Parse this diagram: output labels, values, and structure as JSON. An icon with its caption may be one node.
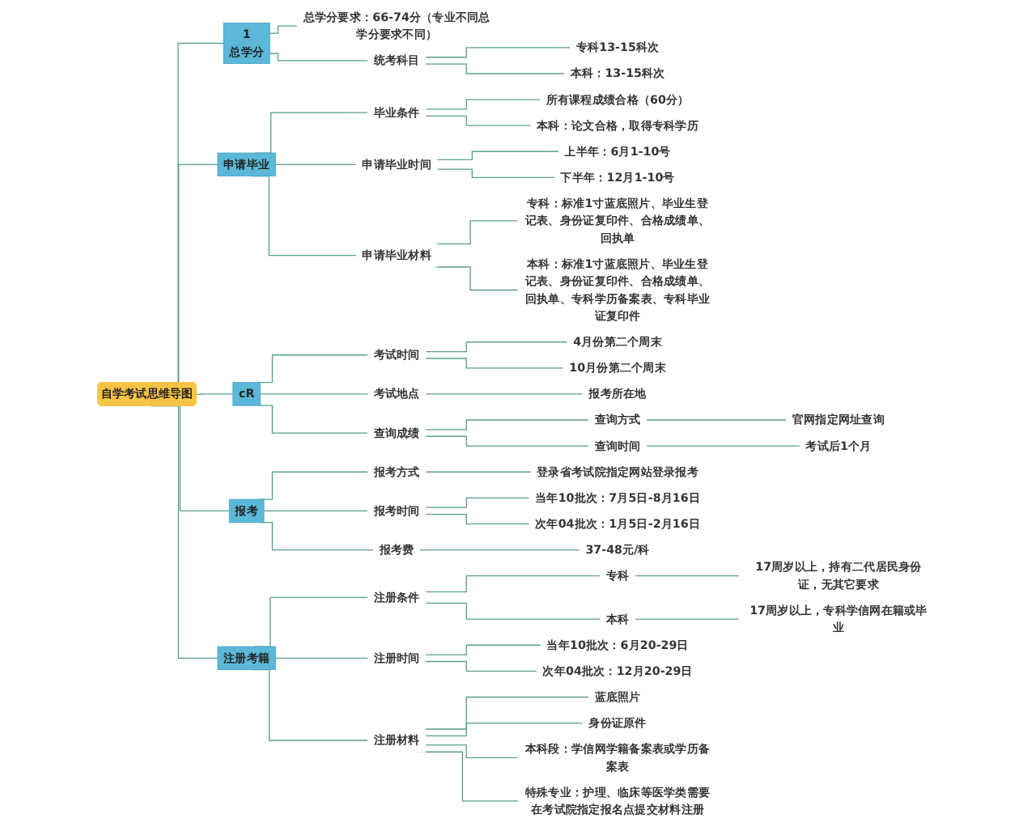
{
  "diagram": {
    "nodes": [
      {
        "text": [
          "自学考试思维导图"
        ]
      },
      {
        "text": [
          "1",
          "总学分"
        ]
      },
      {
        "text": [
          "总学分要求：66-74分（专业不同总学分要求不同）"
        ]
      },
      {
        "text": [
          "统考科目"
        ]
      },
      {
        "text": [
          "专科13-15科次"
        ]
      },
      {
        "text": [
          "本科：13-15科次"
        ]
      },
      {
        "text": [
          "申请毕业"
        ]
      },
      {
        "text": [
          "毕业条件"
        ]
      },
      {
        "text": [
          "所有课程成绩合格（60分）"
        ]
      },
      {
        "text": [
          "本科：论文合格，取得专科学历"
        ]
      },
      {
        "text": [
          "申请毕业时间"
        ]
      },
      {
        "text": [
          "上半年：6月1-10号"
        ]
      },
      {
        "text": [
          "下半年：12月1-10号"
        ]
      },
      {
        "text": [
          "申请毕业材料"
        ]
      },
      {
        "text": [
          "专科：标准1寸蓝底照片、毕业生登记表、身份证复印件、合格成绩单、回执单"
        ]
      },
      {
        "text": [
          "本科：标准1寸蓝底照片、毕业生登记表、身份证复印件、合格成绩单、回执单、专科学历备案表、专科毕业证复印件"
        ]
      },
      {
        "text": [
          "cR"
        ]
      },
      {
        "text": [
          "考试时间"
        ]
      },
      {
        "text": [
          "4月份第二个周末"
        ]
      },
      {
        "text": [
          "10月份第二个周末"
        ]
      },
      {
        "text": [
          "考试地点"
        ]
      },
      {
        "text": [
          "报考所在地"
        ]
      },
      {
        "text": [
          "查询成绩"
        ]
      },
      {
        "text": [
          "查询方式"
        ]
      },
      {
        "text": [
          "官网指定网址查询"
        ]
      },
      {
        "text": [
          "查询时间"
        ]
      },
      {
        "text": [
          "考试后1个月"
        ]
      },
      {
        "text": [
          "报考"
        ]
      },
      {
        "text": [
          "报考方式"
        ]
      },
      {
        "text": [
          "登录省考试院指定网站登录报考"
        ]
      },
      {
        "text": [
          "报考时间"
        ]
      },
      {
        "text": [
          "当年10批次：7月5日-8月16日"
        ]
      },
      {
        "text": [
          "次年04批次：1月5日-2月16日"
        ]
      },
      {
        "text": [
          "报考费"
        ]
      },
      {
        "text": [
          "37-48元/科"
        ]
      },
      {
        "text": [
          "注册考籍"
        ]
      },
      {
        "text": [
          "注册条件"
        ]
      },
      {
        "text": [
          "专科"
        ]
      },
      {
        "text": [
          "17周岁以上，持有二代居民身份证，无其它要求"
        ]
      },
      {
        "text": [
          "本科"
        ]
      },
      {
        "text": [
          "17周岁以上，专科学信网在籍或毕业"
        ]
      },
      {
        "text": [
          "注册时间"
        ]
      },
      {
        "text": [
          "当年10批次：6月20-29日"
        ]
      },
      {
        "text": [
          "次年04批次：12月20-29日"
        ]
      },
      {
        "text": [
          "注册材料"
        ]
      },
      {
        "text": [
          "蓝底照片"
        ]
      },
      {
        "text": [
          "身份证原件"
        ]
      },
      {
        "text": [
          "本科段：学信网学籍备案表或学历备案表"
        ]
      },
      {
        "text": [
          "特殊专业：护理、临床等医学类需要在考试院指定报名点提交材料注册"
        ]
      }
    ],
    "edges": [
      {
        "from": 0,
        "to": 1,
        "arrow": "none"
      },
      {
        "from": 1,
        "to": 2,
        "arrow": "none"
      },
      {
        "from": 1,
        "to": 3,
        "arrow": "none"
      },
      {
        "from": 3,
        "to": 4,
        "arrow": "none"
      },
      {
        "from": 3,
        "to": 5,
        "arrow": "none"
      },
      {
        "from": 0,
        "to": 6,
        "arrow": "none"
      },
      {
        "from": 6,
        "to": 7,
        "arrow": "none"
      },
      {
        "from": 7,
        "to": 8,
        "arrow": "none"
      },
      {
        "from": 7,
        "to": 9,
        "arrow": "none"
      },
      {
        "from": 6,
        "to": 10,
        "arrow": "none"
      },
      {
        "from": 10,
        "to": 11,
        "arrow": "none"
      },
      {
        "from": 10,
        "to": 12,
        "arrow": "none"
      },
      {
        "from": 6,
        "to": 13,
        "arrow": "none"
      },
      {
        "from": 13,
        "to": 14,
        "arrow": "none"
      },
      {
        "from": 13,
        "to": 15,
        "arrow": "none"
      },
      {
        "from": 0,
        "to": 16,
        "arrow": "none"
      },
      {
        "from": 16,
        "to": 17,
        "arrow": "none"
      },
      {
        "from": 17,
        "to": 18,
        "arrow": "none"
      },
      {
        "from": 17,
        "to": 19,
        "arrow": "none"
      },
      {
        "from": 16,
        "to": 20,
        "arrow": "none"
      },
      {
        "from": 20,
        "to": 21,
        "arrow": "none"
      },
      {
        "from": 16,
        "to": 22,
        "arrow": "none"
      },
      {
        "from": 22,
        "to": 23,
        "arrow": "none"
      },
      {
        "from": 23,
        "to": 24,
        "arrow": "none"
      },
      {
        "from": 22,
        "to": 25,
        "arrow": "none"
      },
      {
        "from": 25,
        "to": 26,
        "arrow": "none"
      },
      {
        "from": 0,
        "to": 27,
        "arrow": "none"
      },
      {
        "from": 27,
        "to": 28,
        "arrow": "none"
      },
      {
        "from": 28,
        "to": 29,
        "arrow": "none"
      },
      {
        "from": 27,
        "to": 30,
        "arrow": "none"
      },
      {
        "from": 30,
        "to": 31,
        "arrow": "none"
      },
      {
        "from": 30,
        "to": 32,
        "arrow": "none"
      },
      {
        "from": 27,
        "to": 33,
        "arrow": "none"
      },
      {
        "from": 33,
        "to": 34,
        "arrow": "none"
      },
      {
        "from": 0,
        "to": 35,
        "arrow": "none"
      },
      {
        "from": 35,
        "to": 36,
        "arrow": "none"
      },
      {
        "from": 36,
        "to": 37,
        "arrow": "none"
      },
      {
        "from": 37,
        "to": 38,
        "arrow": "none"
      },
      {
        "from": 36,
        "to": 39,
        "arrow": "none"
      },
      {
        "from": 39,
        "to": 40,
        "arrow": "none"
      },
      {
        "from": 35,
        "to": 41,
        "arrow": "none"
      },
      {
        "from": 41,
        "to": 42,
        "arrow": "none"
      },
      {
        "from": 41,
        "to": 43,
        "arrow": "none"
      },
      {
        "from": 35,
        "to": 44,
        "arrow": "none"
      },
      {
        "from": 44,
        "to": 45,
        "arrow": "none"
      },
      {
        "from": 44,
        "to": 46,
        "arrow": "none"
      },
      {
        "from": 44,
        "to": 47,
        "arrow": "none"
      },
      {
        "from": 44,
        "to": 48,
        "arrow": "none"
      }
    ]
  }
}
